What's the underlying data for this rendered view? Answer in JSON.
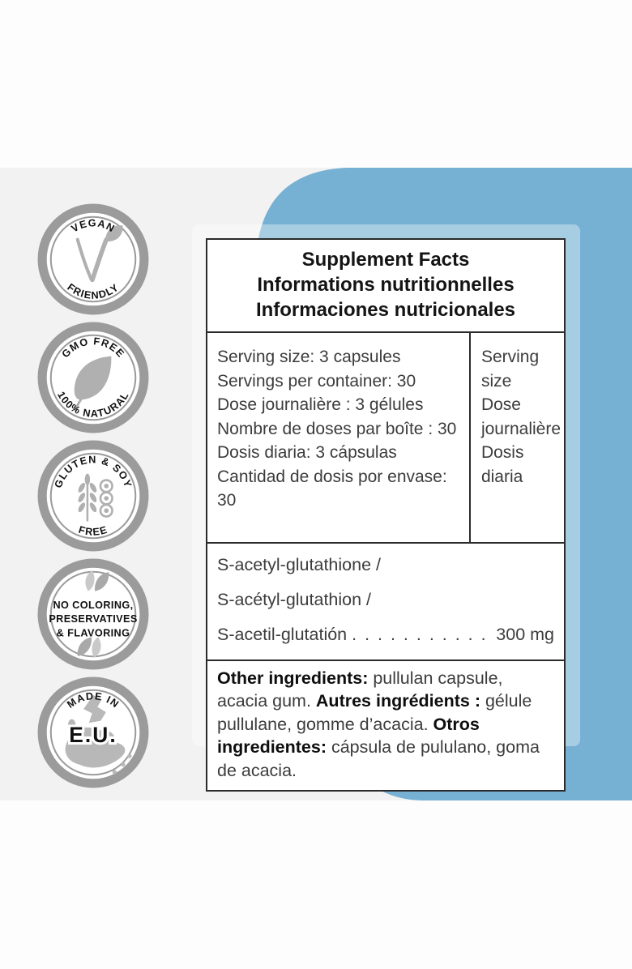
{
  "colors": {
    "background_blue": "#76b1d4",
    "panel_tint": "rgba(255,255,255,0.36)",
    "page_band_gray": "#f2f2f3",
    "badge_ring_gray": "#9b9b9b",
    "table_border": "#2b2b2b"
  },
  "badges": [
    {
      "id": "vegan-friendly",
      "top_text": "VEGAN",
      "bottom_text": "FRIENDLY",
      "icon": "vegan-v-leaf-icon"
    },
    {
      "id": "gmo-free",
      "top_text": "GMO FREE",
      "bottom_text": "100% NATURAL",
      "icon": "natural-leaf-icon"
    },
    {
      "id": "gluten-soy-free",
      "top_text": "GLUTEN & SOY",
      "bottom_text": "FREE",
      "icon": "wheat-and-soy-icon"
    },
    {
      "id": "no-additives",
      "lines": [
        "NO COLORING,",
        "PRESERVATIVES",
        "& FLAVORING"
      ],
      "icon": "leaf-pair-icon"
    },
    {
      "id": "made-in-eu",
      "top_text": "MADE IN",
      "center_text": "E.U.",
      "icon": "eu-map-icon"
    }
  ],
  "label": {
    "title_lines": [
      "Supplement Facts",
      "Informations nutritionnelles",
      "Informaciones nutricionales"
    ],
    "serving": {
      "left_lines": [
        "Serving size: 3 capsules",
        "Servings per container: 30",
        "Dose journalière : 3 gélules",
        "Nombre de doses par boîte : 30",
        "Dosis diaria: 3 cápsulas",
        "Cantidad de dosis por envase: 30"
      ],
      "right_lines": [
        "Serving",
        "size",
        "Dose",
        "journalière",
        "Dosis",
        "diaria"
      ]
    },
    "ingredient": {
      "line1": "S-acetyl-glutathione /",
      "line2": "S-acétyl-glutathion /",
      "line3_name": "S-acetil-glutatión",
      "leader_dots": ". . . . . . . . . . . . . . . . . .",
      "amount": "300 mg"
    },
    "other": {
      "segments": [
        {
          "bold": true,
          "text": "Other ingredients:"
        },
        {
          "bold": false,
          "text": " pullulan capsule, acacia gum. "
        },
        {
          "bold": true,
          "text": "Autres ingrédients :"
        },
        {
          "bold": false,
          "text": " gélule pullulane, gomme d’acacia. "
        },
        {
          "bold": true,
          "text": "Otros ingredientes:"
        },
        {
          "bold": false,
          "text": " cápsula de pululano, goma de acacia."
        }
      ]
    }
  }
}
